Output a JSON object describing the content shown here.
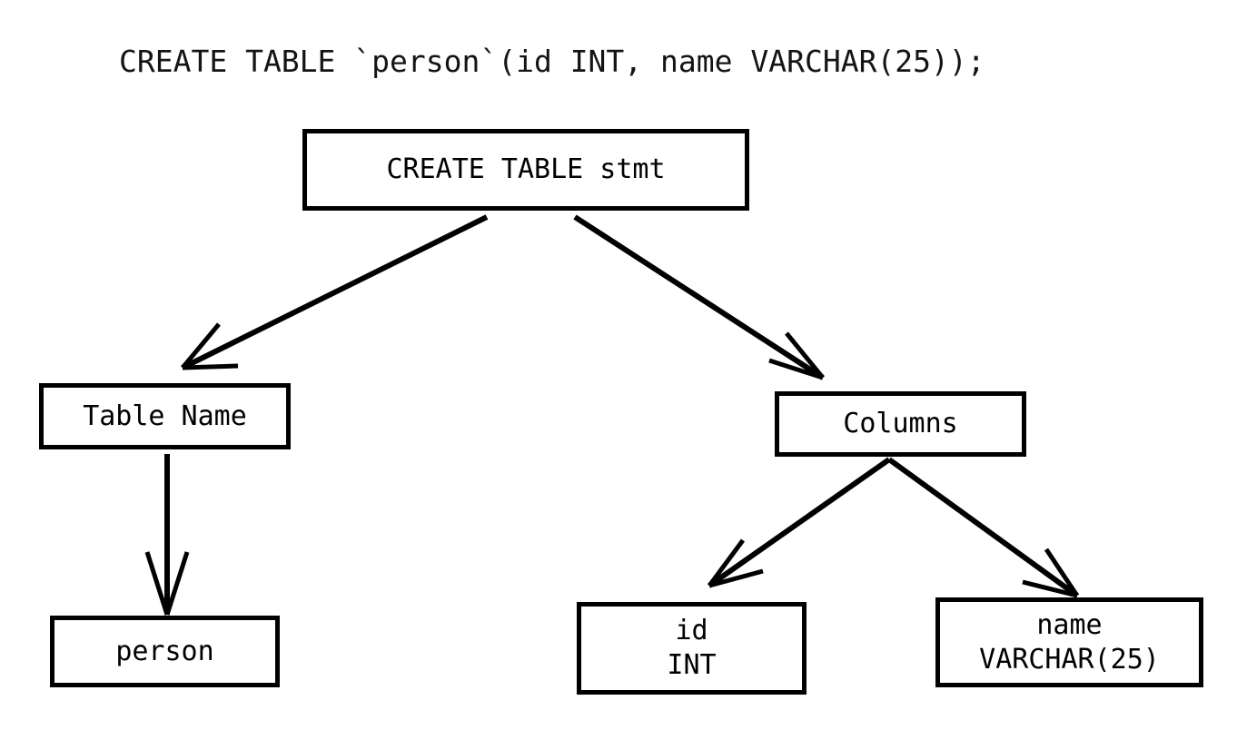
{
  "diagram": {
    "title": "CREATE TABLE `person`(id INT, name VARCHAR(25));",
    "background_color": "#ffffff",
    "stroke_color": "#000000",
    "text_color": "#000000",
    "nodes": {
      "root": {
        "label": "CREATE TABLE stmt"
      },
      "table_name": {
        "label": "Table Name"
      },
      "table_name_value": {
        "label": "person"
      },
      "columns": {
        "label": "Columns"
      },
      "column_id": {
        "line1": "id",
        "line2": "INT"
      },
      "column_name": {
        "line1": "name",
        "line2": "VARCHAR(25)"
      }
    },
    "edges": [
      {
        "from": "root",
        "to": "table_name"
      },
      {
        "from": "root",
        "to": "columns"
      },
      {
        "from": "table_name",
        "to": "table_name_value"
      },
      {
        "from": "columns",
        "to": "column_id"
      },
      {
        "from": "columns",
        "to": "column_name"
      }
    ]
  }
}
